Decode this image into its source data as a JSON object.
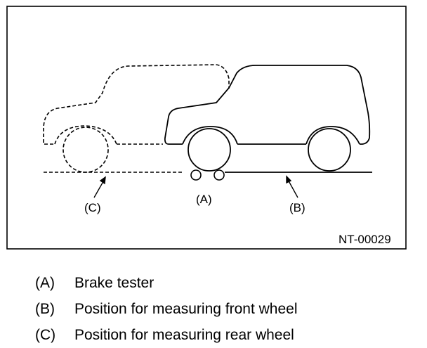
{
  "figure": {
    "code": "NT-00029",
    "callouts": {
      "a": "(A)",
      "b": "(B)",
      "c": "(C)"
    }
  },
  "legend": [
    {
      "key": "(A)",
      "text": "Brake tester"
    },
    {
      "key": "(B)",
      "text": "Position for measuring front wheel"
    },
    {
      "key": "(C)",
      "text": "Position for measuring rear wheel"
    }
  ]
}
